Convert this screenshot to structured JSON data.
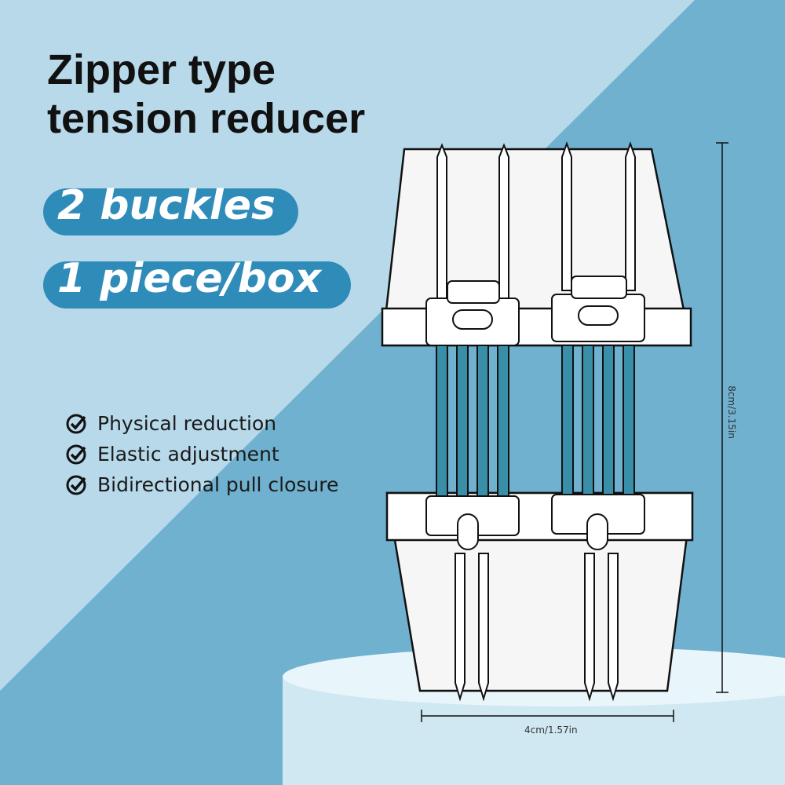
{
  "title_lines": [
    "Zipper type",
    "tension reducer"
  ],
  "badges": [
    "2 buckles",
    "1 piece/box"
  ],
  "features": [
    "Physical reduction",
    "Elastic adjustment",
    "Bidirectional pull closure"
  ],
  "dimensions": {
    "height": "8cm/3.15in",
    "width": "4cm/1.57in"
  },
  "colors": {
    "bg_light": "#b7d9ea",
    "bg_dark": "#6fb1cf",
    "badge": "#2f8bb8",
    "strap": "#3a8fa8"
  }
}
